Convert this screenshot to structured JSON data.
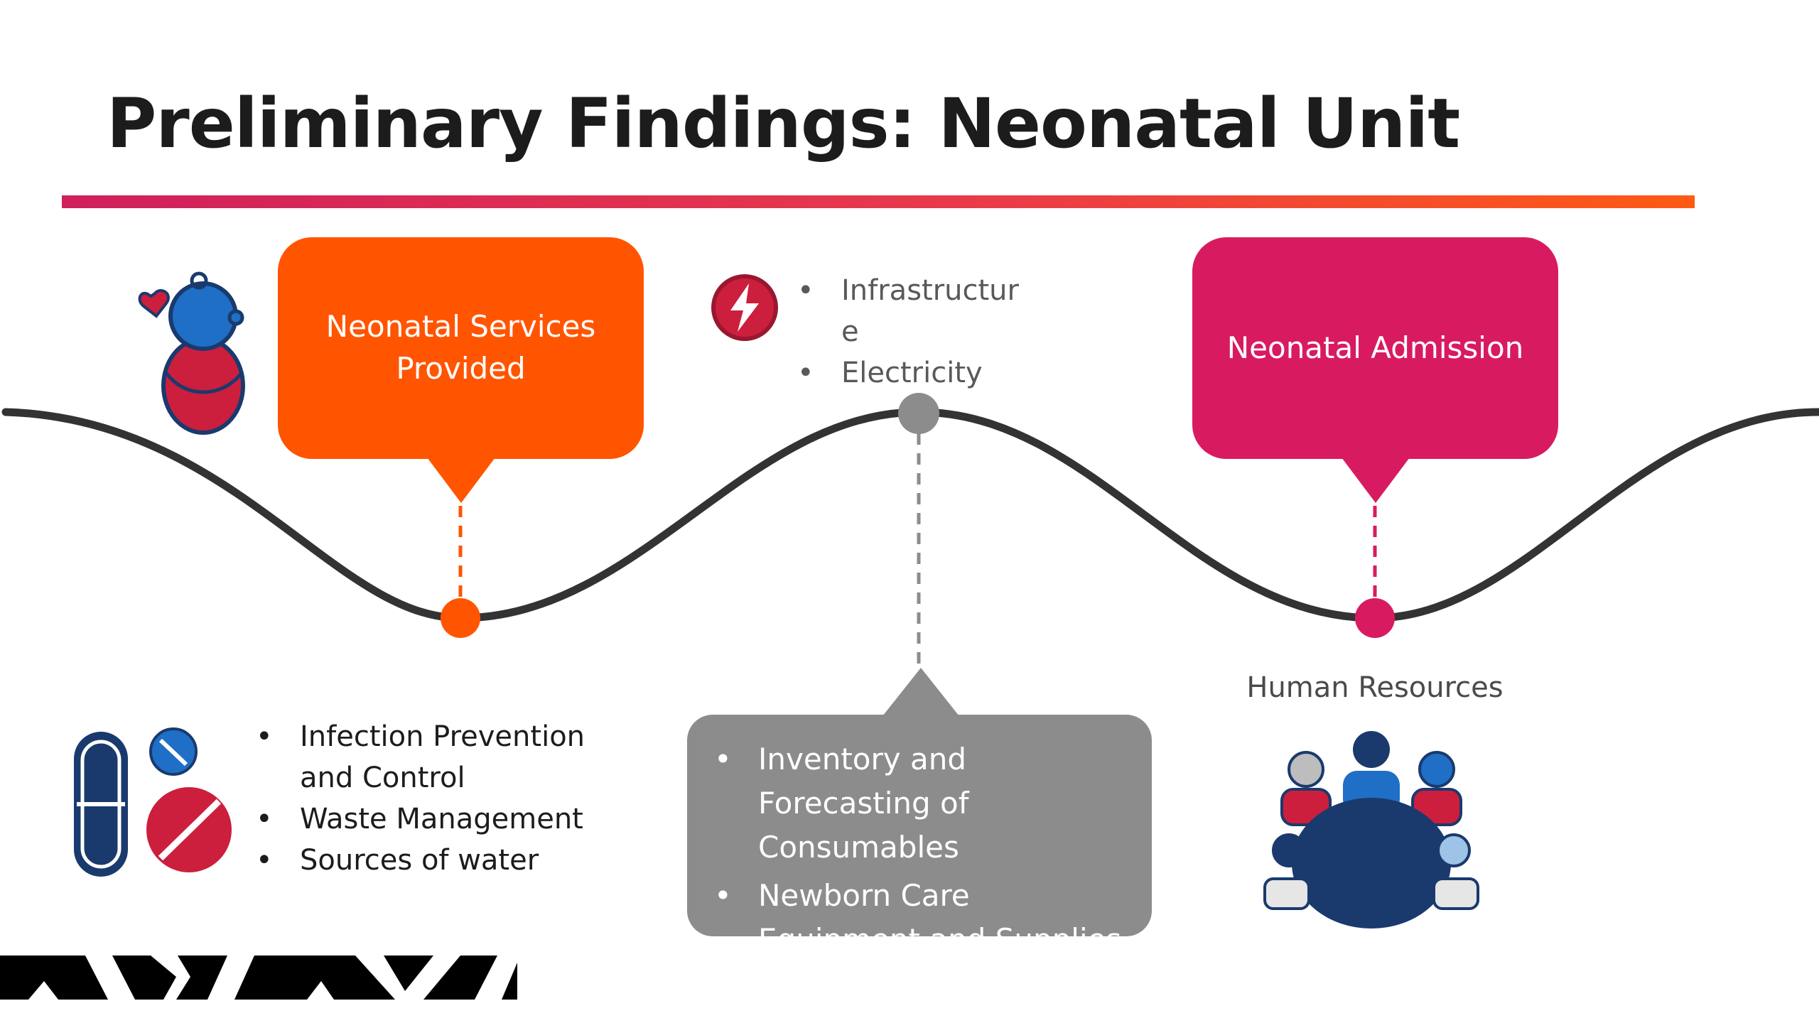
{
  "slide": {
    "title": "Preliminary Findings: Neonatal Unit"
  },
  "callouts": {
    "services": "Neonatal Services Provided",
    "admission": "Neonatal Admission"
  },
  "infrastructure_list": [
    "Infrastructure",
    "Electricity"
  ],
  "inventory_list": [
    "Inventory and Forecasting of Consumables",
    "Newborn Care Equipment and Supplies"
  ],
  "infection_list": [
    "Infection Prevention and Control",
    "Waste Management",
    "Sources of water"
  ],
  "human_resources": {
    "label": "Human Resources"
  },
  "icons": {
    "baby": "baby-icon",
    "lightning": "lightning-icon",
    "pills": "pills-icon",
    "meeting": "meeting-table-icon",
    "pattern": "chevron-pattern"
  },
  "colors": {
    "orange": "#ff5500",
    "magenta": "#d81b60",
    "gray": "#8c8c8c",
    "wave": "#333333",
    "navy": "#1a3a6e",
    "red": "#cc1f3d"
  }
}
